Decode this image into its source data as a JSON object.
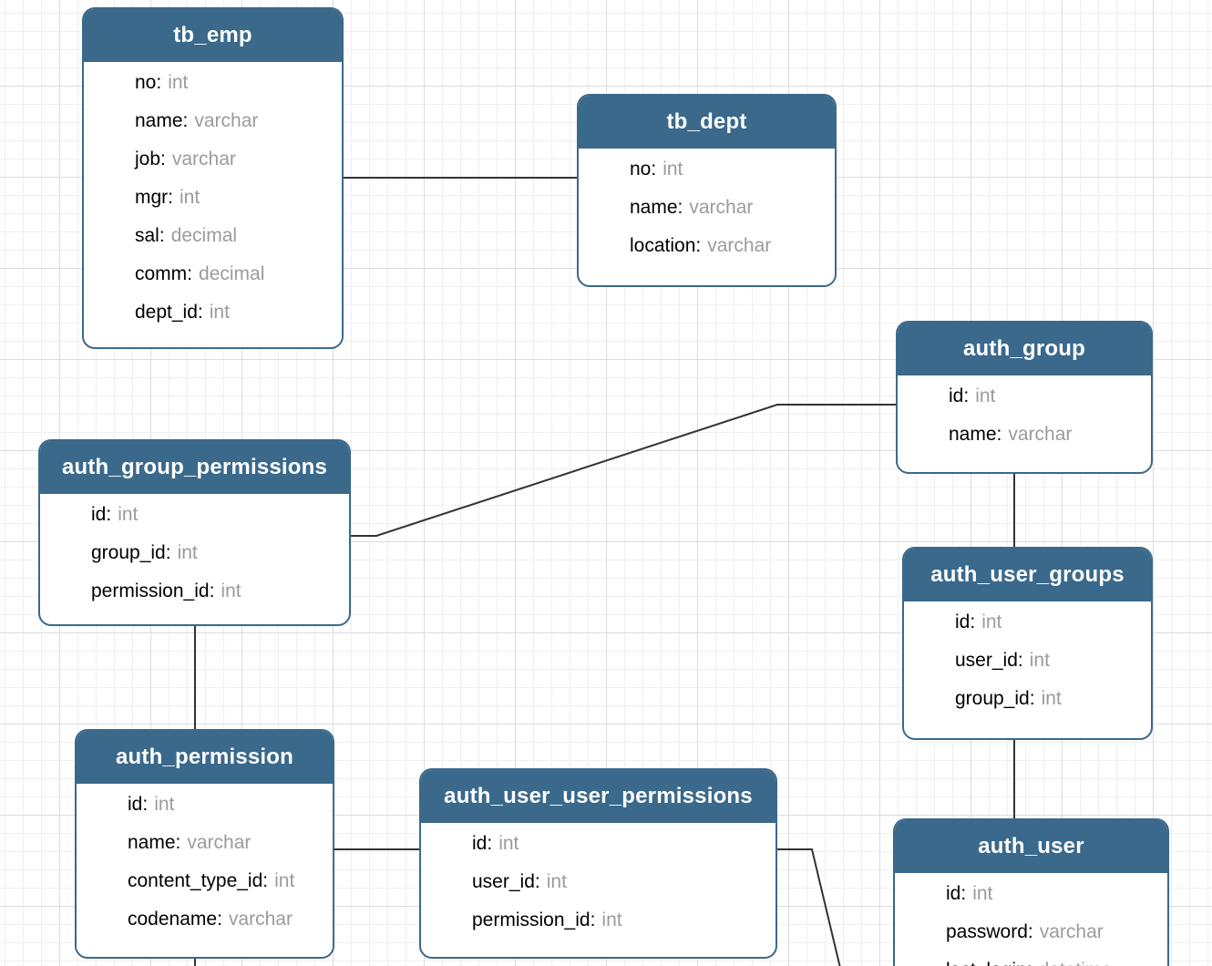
{
  "diagram": {
    "field_separator": ":",
    "colors": {
      "header": "#3A698C",
      "border": "#3A698C",
      "header_text": "#FFFFFF",
      "field_name": "#000000",
      "field_type": "#9B9B9B",
      "connector": "#333333",
      "grid_minor": "#EFEFEF",
      "grid_major": "#DCDCDC",
      "background": "#FFFFFF"
    },
    "tables": [
      {
        "id": "tb_emp",
        "name": "tb_emp",
        "fields": [
          {
            "name": "no",
            "type": "int"
          },
          {
            "name": "name",
            "type": "varchar"
          },
          {
            "name": "job",
            "type": "varchar"
          },
          {
            "name": "mgr",
            "type": "int"
          },
          {
            "name": "sal",
            "type": "decimal"
          },
          {
            "name": "comm",
            "type": "decimal"
          },
          {
            "name": "dept_id",
            "type": "int"
          }
        ]
      },
      {
        "id": "tb_dept",
        "name": "tb_dept",
        "fields": [
          {
            "name": "no",
            "type": "int"
          },
          {
            "name": "name",
            "type": "varchar"
          },
          {
            "name": "location",
            "type": "varchar"
          }
        ]
      },
      {
        "id": "auth_group",
        "name": "auth_group",
        "fields": [
          {
            "name": "id",
            "type": "int"
          },
          {
            "name": "name",
            "type": "varchar"
          }
        ]
      },
      {
        "id": "auth_group_permissions",
        "name": "auth_group_permissions",
        "fields": [
          {
            "name": "id",
            "type": "int"
          },
          {
            "name": "group_id",
            "type": "int"
          },
          {
            "name": "permission_id",
            "type": "int"
          }
        ]
      },
      {
        "id": "auth_user_groups",
        "name": "auth_user_groups",
        "fields": [
          {
            "name": "id",
            "type": "int"
          },
          {
            "name": "user_id",
            "type": "int"
          },
          {
            "name": "group_id",
            "type": "int"
          }
        ]
      },
      {
        "id": "auth_permission",
        "name": "auth_permission",
        "fields": [
          {
            "name": "id",
            "type": "int"
          },
          {
            "name": "name",
            "type": "varchar"
          },
          {
            "name": "content_type_id",
            "type": "int"
          },
          {
            "name": "codename",
            "type": "varchar"
          }
        ]
      },
      {
        "id": "auth_user_user_permissions",
        "name": "auth_user_user_permissions",
        "fields": [
          {
            "name": "id",
            "type": "int"
          },
          {
            "name": "user_id",
            "type": "int"
          },
          {
            "name": "permission_id",
            "type": "int"
          }
        ]
      },
      {
        "id": "auth_user",
        "name": "auth_user",
        "fields": [
          {
            "name": "id",
            "type": "int"
          },
          {
            "name": "password",
            "type": "varchar"
          },
          {
            "name": "last_login",
            "type": "datetime"
          }
        ]
      }
    ],
    "connections": [
      {
        "from": "tb_emp",
        "to": "tb_dept"
      },
      {
        "from": "auth_group_permissions",
        "to": "auth_group"
      },
      {
        "from": "auth_group",
        "to": "auth_user_groups"
      },
      {
        "from": "auth_user_groups",
        "to": "auth_user"
      },
      {
        "from": "auth_group_permissions",
        "to": "auth_permission"
      },
      {
        "from": "auth_permission",
        "to": "offscreen-bottom"
      },
      {
        "from": "auth_permission",
        "to": "auth_user_user_permissions"
      },
      {
        "from": "auth_user_user_permissions",
        "to": "offscreen-bottom"
      }
    ]
  }
}
